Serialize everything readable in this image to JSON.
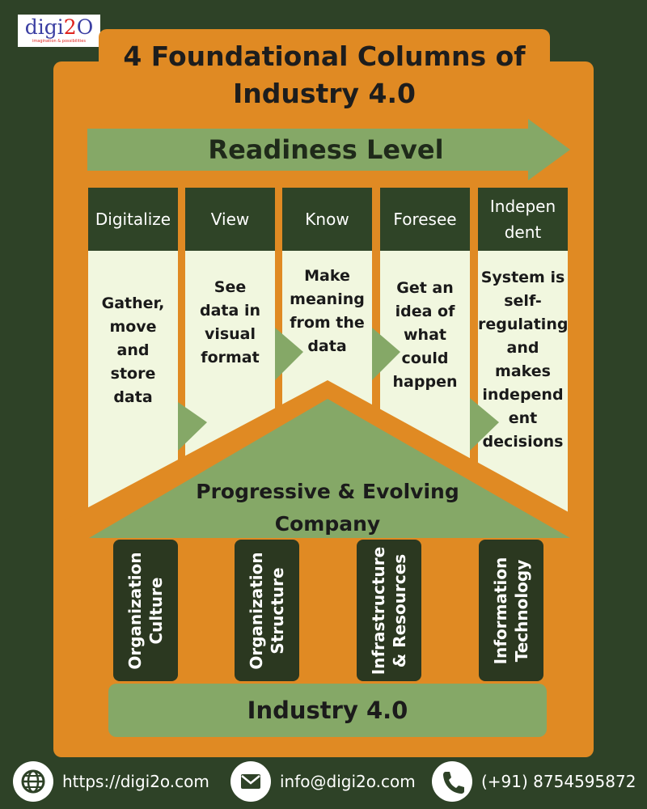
{
  "logo": {
    "text_a": "digi",
    "text_b": "2",
    "text_c": "O",
    "tagline": "imagination & possibilities"
  },
  "title": {
    "line1": "4 Foundational Columns of",
    "line2": "Industry 4.0"
  },
  "readiness_label": "Readiness Level",
  "columns": [
    {
      "header": "Digitalize",
      "text": [
        "Gather,",
        "move",
        "and",
        "store",
        "data"
      ]
    },
    {
      "header": "View",
      "text": [
        "See",
        "data in",
        "visual",
        "format"
      ]
    },
    {
      "header": "Know",
      "text": [
        "Make",
        "meaning",
        "from the",
        "data"
      ]
    },
    {
      "header": "Foresee",
      "text": [
        "Get an",
        "idea of",
        "what",
        "could",
        "happen"
      ]
    },
    {
      "header": [
        "Indepen",
        "dent"
      ],
      "text": [
        "System is",
        "self-",
        "regulating",
        "and",
        "makes",
        "independ",
        "ent",
        "decisions"
      ]
    }
  ],
  "roof_label": {
    "line1": "Progressive & Evolving",
    "line2": "Company"
  },
  "pillars": [
    {
      "line1": "Organization",
      "line2": "Culture"
    },
    {
      "line1": "Organization",
      "line2": "Structure"
    },
    {
      "line1": "Infrastructure",
      "line2": "& Resources"
    },
    {
      "line1": "Information",
      "line2": "Technology"
    }
  ],
  "base_label": "Industry 4.0",
  "footer": {
    "website": "https://digi2o.com",
    "email": "info@digi2o.com",
    "phone": "(+91) 8754595872",
    "icons": [
      "globe-icon",
      "mail-icon",
      "phone-icon"
    ]
  },
  "colors": {
    "background": "#2e4227",
    "orange": "#e08a23",
    "green": "#85a867",
    "dark_header": "#2f4427",
    "cream": "#f1f7df"
  }
}
